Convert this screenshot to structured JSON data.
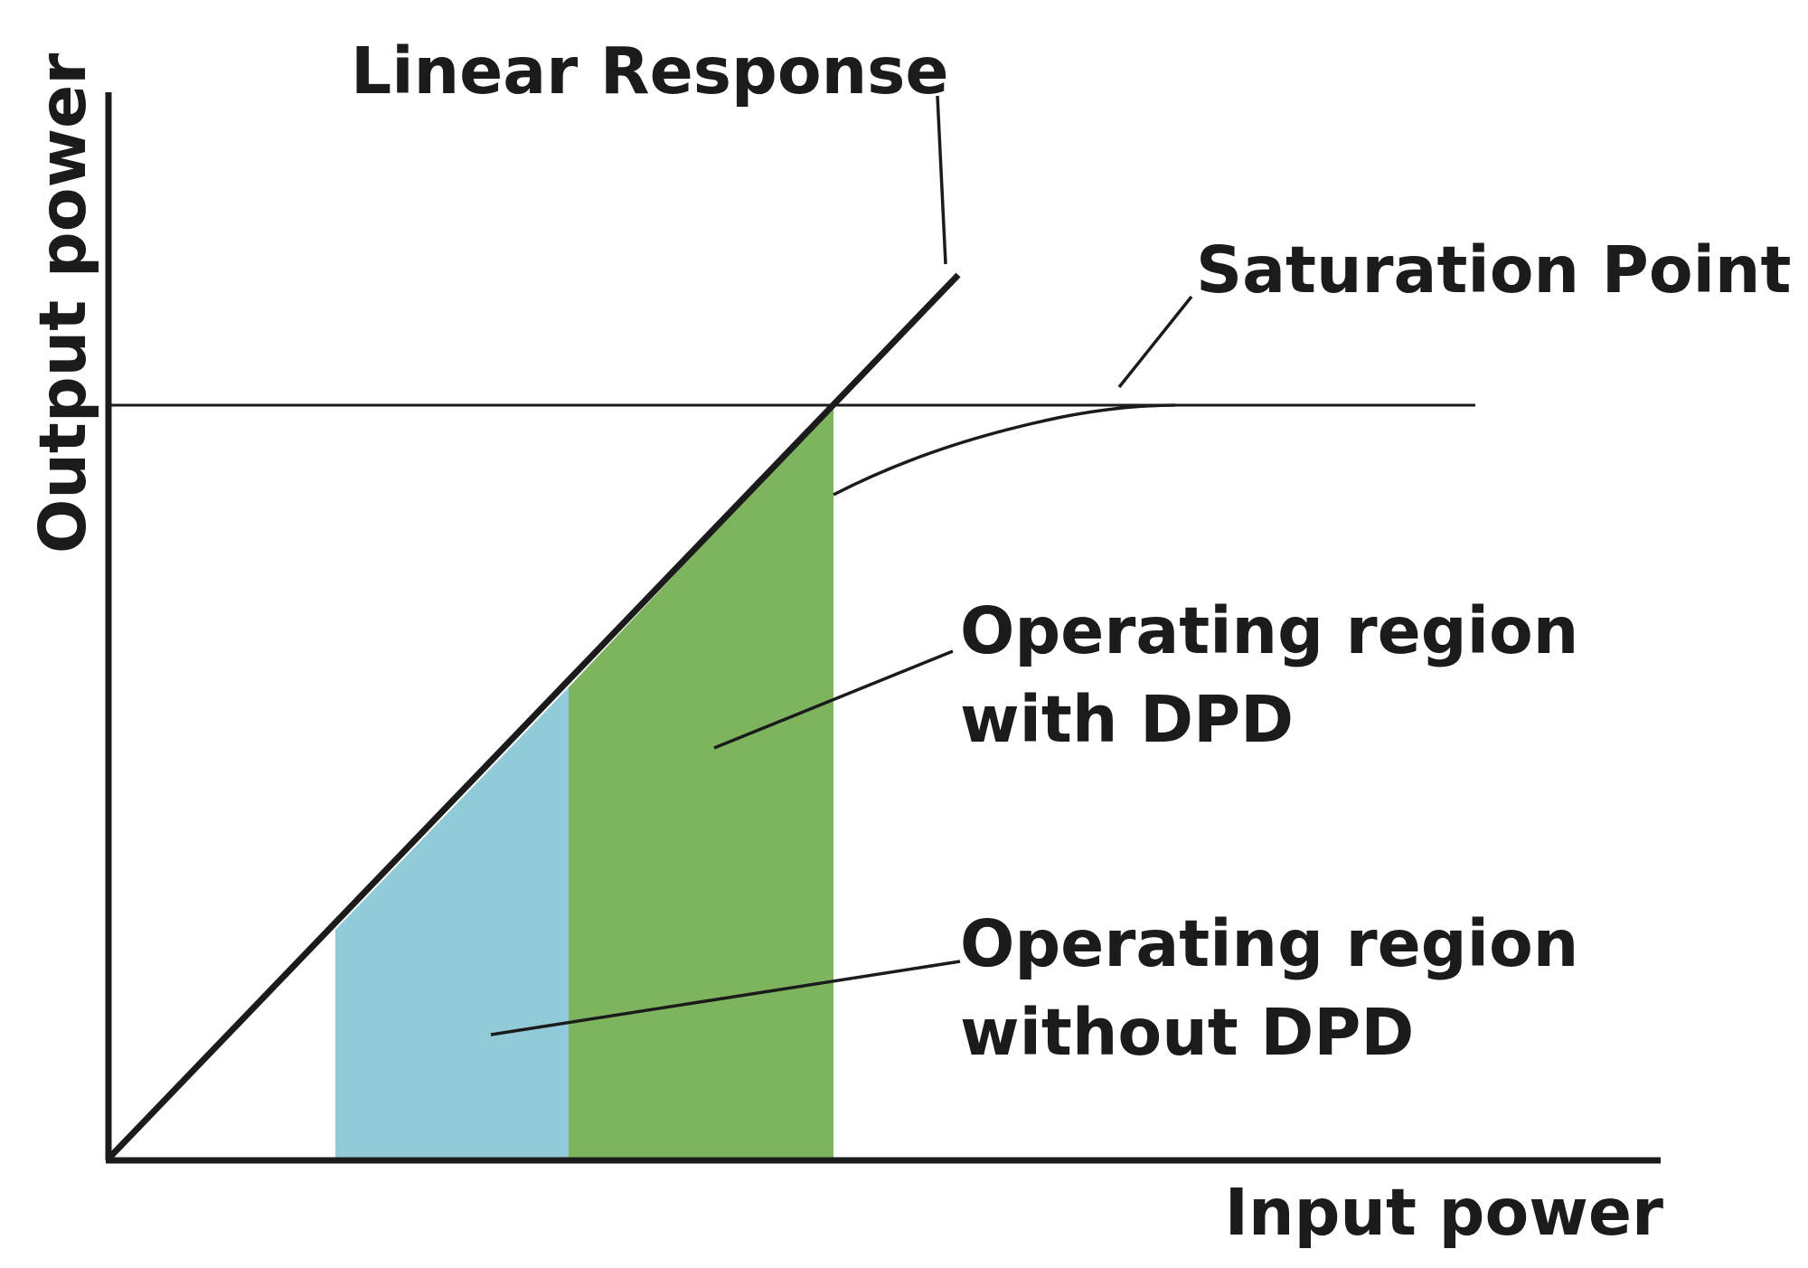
{
  "axes": {
    "y_label": "Output power",
    "x_label": "Input power"
  },
  "labels": {
    "linear_response": "Linear Response",
    "saturation_point": "Saturation Point",
    "with_dpd_line1": "Operating region",
    "with_dpd_line2": "with DPD",
    "without_dpd_line1": "Operating region",
    "without_dpd_line2": "without DPD"
  },
  "colors": {
    "region_without_dpd": "#92cbd8",
    "region_with_dpd": "#7fb45f",
    "lines": "#1b1b1b"
  }
}
